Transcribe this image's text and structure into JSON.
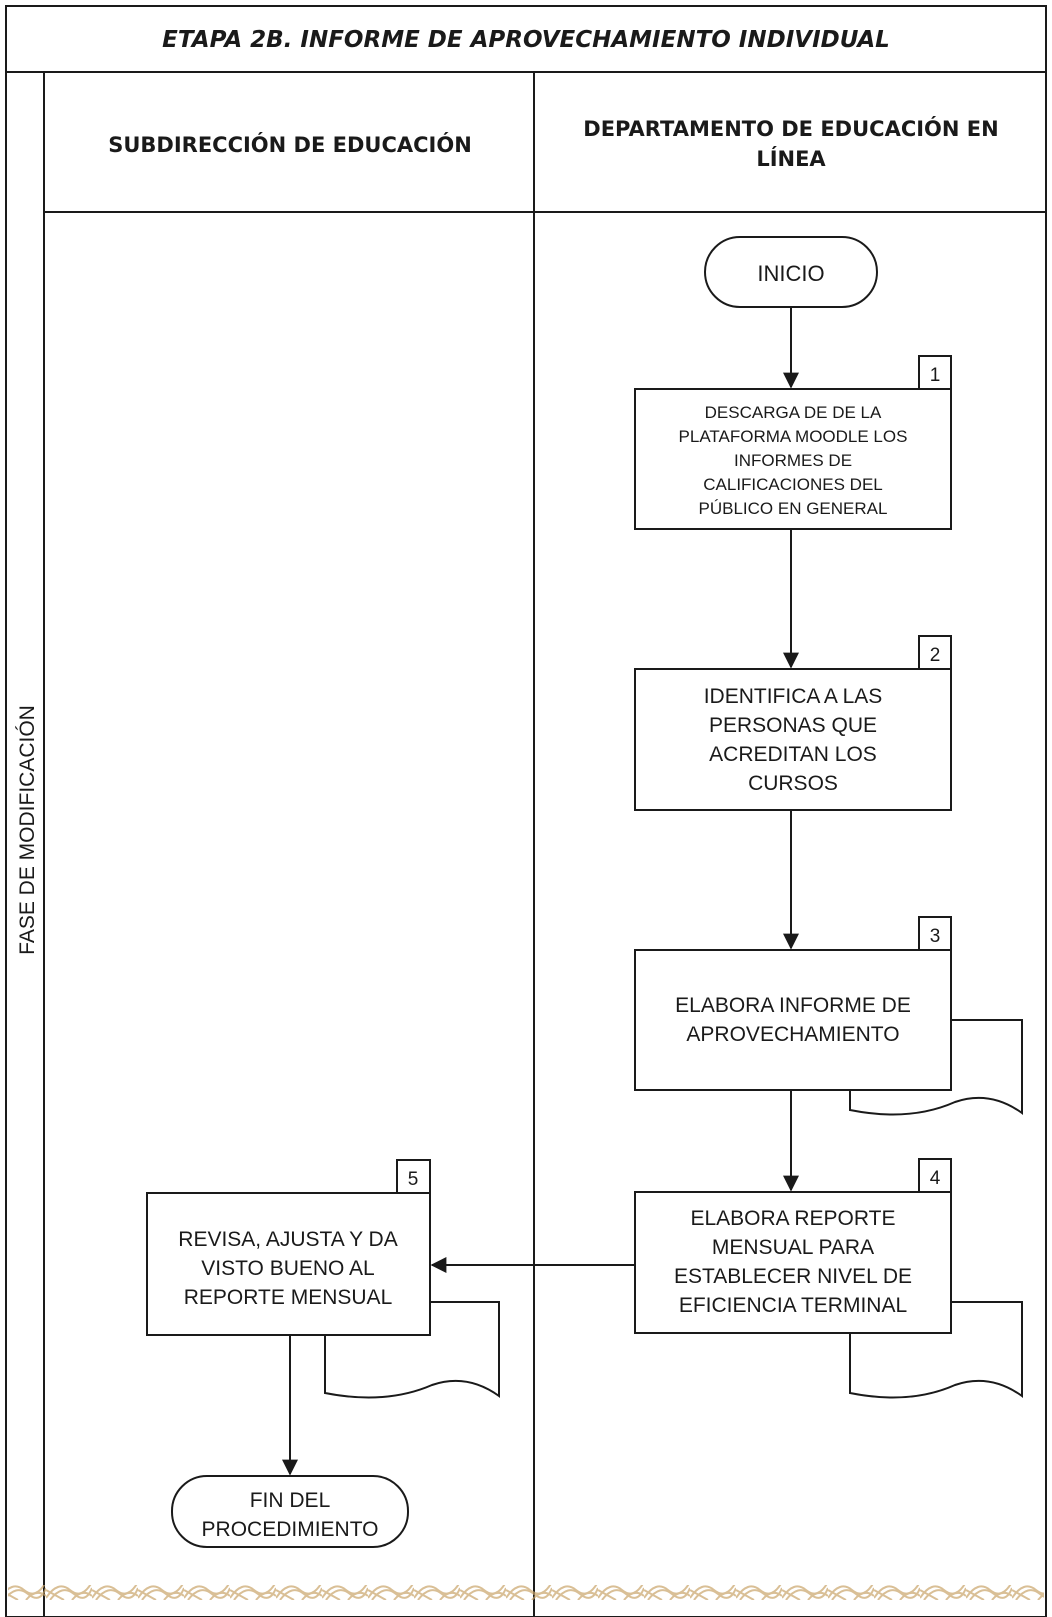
{
  "title": "ETAPA 2B. INFORME DE APROVECHAMIENTO INDIVIDUAL",
  "phase_label": "FASE DE MODIFICACIÓN",
  "lanes": {
    "left": {
      "label": "SUBDIRECCIÓN DE EDUCACIÓN"
    },
    "right": {
      "label_line1": "DEPARTAMENTO DE EDUCACIÓN EN",
      "label_line2": "LÍNEA"
    }
  },
  "nodes": {
    "start": {
      "label": "INICIO"
    },
    "step1": {
      "number": "1",
      "lines": [
        "DESCARGA DE DE LA",
        "PLATAFORMA MOODLE LOS",
        "INFORMES DE",
        "CALIFICACIONES DEL",
        "PÚBLICO EN GENERAL"
      ]
    },
    "step2": {
      "number": "2",
      "lines": [
        "IDENTIFICA A LAS",
        "PERSONAS QUE",
        "ACREDITAN LOS",
        "CURSOS"
      ]
    },
    "step3": {
      "number": "3",
      "lines": [
        "ELABORA INFORME DE",
        "APROVECHAMIENTO"
      ]
    },
    "step4": {
      "number": "4",
      "lines": [
        "ELABORA REPORTE",
        "MENSUAL PARA",
        "ESTABLECER NIVEL DE",
        "EFICIENCIA TERMINAL"
      ]
    },
    "step5": {
      "number": "5",
      "lines": [
        "REVISA, AJUSTA Y DA",
        "VISTO BUENO AL",
        "REPORTE MENSUAL"
      ]
    },
    "end": {
      "line1": "FIN DEL",
      "line2": "PROCEDIMIENTO"
    }
  },
  "colors": {
    "stroke": "#1a1a1a",
    "footer_pattern": "#c9a46a"
  }
}
